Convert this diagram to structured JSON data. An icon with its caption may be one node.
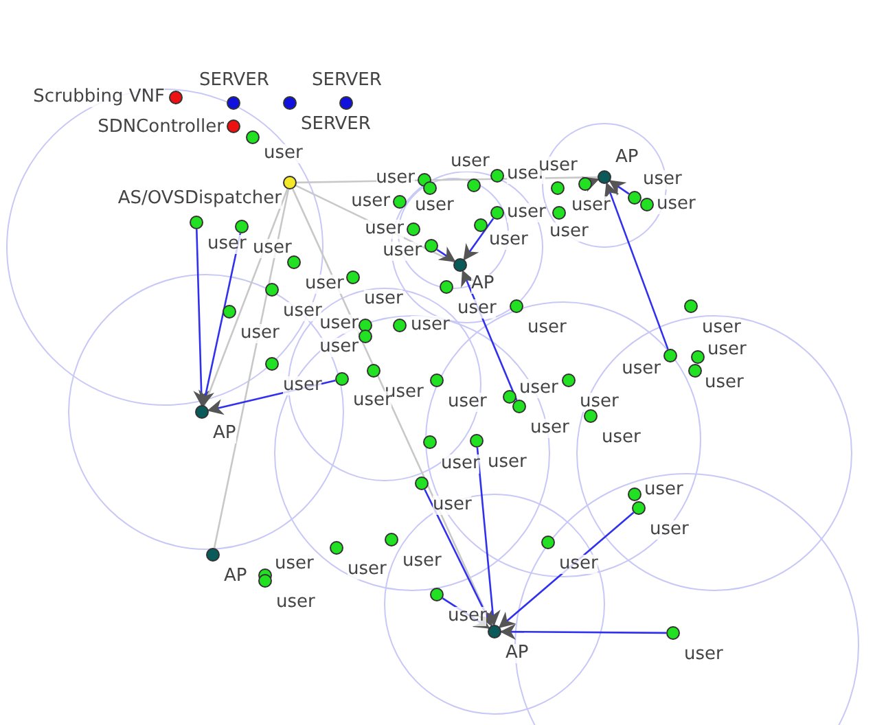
{
  "diagram": {
    "nodes": [
      {
        "text": [],
        "shape": "circle",
        "beside": [
          "Scrubbing VNF"
        ]
      },
      {
        "text": [],
        "shape": "circle",
        "beside": [
          "SERVER"
        ]
      },
      {
        "text": [],
        "shape": "circle",
        "beside": [
          "SERVER"
        ]
      },
      {
        "text": [],
        "shape": "circle",
        "beside": [
          "SERVER"
        ]
      },
      {
        "text": [],
        "shape": "circle",
        "beside": [
          "SDNController"
        ]
      },
      {
        "text": [],
        "shape": "circle",
        "beside": [
          "user"
        ]
      },
      {
        "text": [],
        "shape": "circle",
        "beside": [
          "AP"
        ]
      },
      {
        "text": [],
        "shape": "circle",
        "beside": [
          "AS/OVSDispatcher"
        ]
      },
      {
        "text": [],
        "shape": "circle",
        "beside": [
          "user"
        ]
      },
      {
        "text": [],
        "shape": "circle",
        "beside": [
          "user"
        ]
      },
      {
        "text": [],
        "shape": "circle",
        "beside": [
          "user"
        ]
      },
      {
        "text": [],
        "shape": "circle",
        "beside": [
          "user"
        ]
      },
      {
        "text": [],
        "shape": "circle",
        "beside": [
          "user"
        ]
      },
      {
        "text": [],
        "shape": "circle",
        "beside": [
          "user"
        ]
      },
      {
        "text": [],
        "shape": "circle",
        "beside": [
          "user"
        ]
      },
      {
        "text": [],
        "shape": "circle",
        "beside": [
          "user"
        ]
      },
      {
        "text": [],
        "shape": "circle",
        "beside": [
          "user"
        ]
      },
      {
        "text": [],
        "shape": "circle",
        "beside": [
          "user"
        ]
      },
      {
        "text": [],
        "shape": "circle",
        "beside": [
          "user"
        ]
      },
      {
        "text": [],
        "shape": "circle",
        "beside": [
          "user"
        ]
      },
      {
        "text": [],
        "shape": "circle",
        "beside": [
          "user"
        ]
      },
      {
        "text": [],
        "shape": "circle",
        "beside": [
          "user"
        ]
      },
      {
        "text": [],
        "shape": "circle",
        "beside": [
          "user"
        ]
      },
      {
        "text": [],
        "shape": "circle",
        "beside": [
          "user"
        ]
      },
      {
        "text": [],
        "shape": "circle",
        "beside": [
          "user"
        ]
      },
      {
        "text": [],
        "shape": "circle",
        "beside": [
          "AP"
        ]
      },
      {
        "text": [],
        "shape": "circle",
        "beside": [
          "user"
        ]
      },
      {
        "text": [],
        "shape": "circle",
        "beside": [
          "user"
        ]
      },
      {
        "text": [],
        "shape": "circle",
        "beside": [
          "user"
        ]
      },
      {
        "text": [],
        "shape": "circle",
        "beside": [
          "user"
        ]
      },
      {
        "text": [],
        "shape": "circle",
        "beside": [
          "user"
        ]
      },
      {
        "text": [],
        "shape": "circle",
        "beside": [
          "user"
        ]
      },
      {
        "text": [],
        "shape": "circle",
        "beside": [
          "user"
        ]
      },
      {
        "text": [],
        "shape": "circle",
        "beside": [
          "user"
        ]
      },
      {
        "text": [],
        "shape": "circle",
        "beside": [
          "user"
        ]
      },
      {
        "text": [],
        "shape": "circle",
        "beside": [
          "user"
        ]
      },
      {
        "text": [],
        "shape": "circle",
        "beside": [
          "user"
        ]
      },
      {
        "text": [],
        "shape": "circle",
        "beside": [
          "user"
        ]
      },
      {
        "text": [],
        "shape": "circle",
        "beside": [
          "user"
        ]
      },
      {
        "text": [],
        "shape": "circle",
        "beside": [
          "user"
        ]
      },
      {
        "text": [],
        "shape": "circle",
        "beside": [
          "user"
        ]
      },
      {
        "text": [],
        "shape": "circle",
        "beside": [
          "user"
        ]
      },
      {
        "text": [],
        "shape": "circle",
        "beside": [
          "user"
        ]
      },
      {
        "text": [],
        "shape": "circle",
        "beside": [
          "user"
        ]
      },
      {
        "text": [],
        "shape": "circle",
        "beside": [
          "user"
        ]
      },
      {
        "text": [],
        "shape": "circle",
        "beside": [
          "AP"
        ]
      },
      {
        "text": [],
        "shape": "circle",
        "beside": [
          "user"
        ]
      },
      {
        "text": [],
        "shape": "circle",
        "beside": [
          "user"
        ]
      },
      {
        "text": [],
        "shape": "circle",
        "beside": [
          "user"
        ]
      },
      {
        "text": [],
        "shape": "circle",
        "beside": [
          "user"
        ]
      },
      {
        "text": [],
        "shape": "circle",
        "beside": [
          "user"
        ]
      },
      {
        "text": [],
        "shape": "circle",
        "beside": [
          "user"
        ]
      },
      {
        "text": [],
        "shape": "circle",
        "beside": [
          "user"
        ]
      },
      {
        "text": [],
        "shape": "circle",
        "beside": [
          "user"
        ]
      },
      {
        "text": [],
        "shape": "circle",
        "beside": [
          "user"
        ]
      },
      {
        "text": [],
        "shape": "circle",
        "beside": [
          "AP"
        ]
      },
      {
        "text": [],
        "shape": "circle",
        "beside": [
          "user"
        ]
      },
      {
        "text": [],
        "shape": "circle",
        "beside": [
          "user"
        ]
      },
      {
        "text": [],
        "shape": "circle",
        "beside": [
          "user"
        ]
      },
      {
        "text": [],
        "shape": "circle",
        "beside": [
          "AP"
        ]
      },
      {
        "text": [],
        "shape": "circle",
        "beside": [
          "user"
        ]
      }
    ],
    "edges": [
      {
        "from": 7,
        "to": 6,
        "arrow": "none",
        "color": "#c8c8c8"
      },
      {
        "from": 7,
        "to": 25,
        "arrow": "none",
        "color": "#c8c8c8"
      },
      {
        "from": 7,
        "to": 45,
        "arrow": "none",
        "color": "#c8c8c8"
      },
      {
        "from": 7,
        "to": 55,
        "arrow": "none",
        "color": "#c8c8c8"
      },
      {
        "from": 7,
        "to": 59,
        "arrow": "none",
        "color": "#c8c8c8"
      },
      {
        "from": 13,
        "to": 6,
        "arrow": "to"
      },
      {
        "from": 14,
        "to": 6,
        "arrow": "to"
      },
      {
        "from": 35,
        "to": 6,
        "arrow": "to"
      },
      {
        "from": 23,
        "to": 25,
        "arrow": "to"
      },
      {
        "from": 18,
        "to": 25,
        "arrow": "to"
      },
      {
        "from": 44,
        "to": 25,
        "arrow": "to"
      },
      {
        "from": 19,
        "to": 45,
        "arrow": "to"
      },
      {
        "from": 20,
        "to": 45,
        "arrow": "to"
      },
      {
        "from": 40,
        "to": 45,
        "arrow": "to"
      },
      {
        "from": 49,
        "to": 59,
        "arrow": "to"
      },
      {
        "from": 47,
        "to": 59,
        "arrow": "to"
      },
      {
        "from": 58,
        "to": 59,
        "arrow": "to"
      },
      {
        "from": 51,
        "to": 59,
        "arrow": "to"
      },
      {
        "from": 60,
        "to": 59,
        "arrow": "to"
      }
    ]
  }
}
